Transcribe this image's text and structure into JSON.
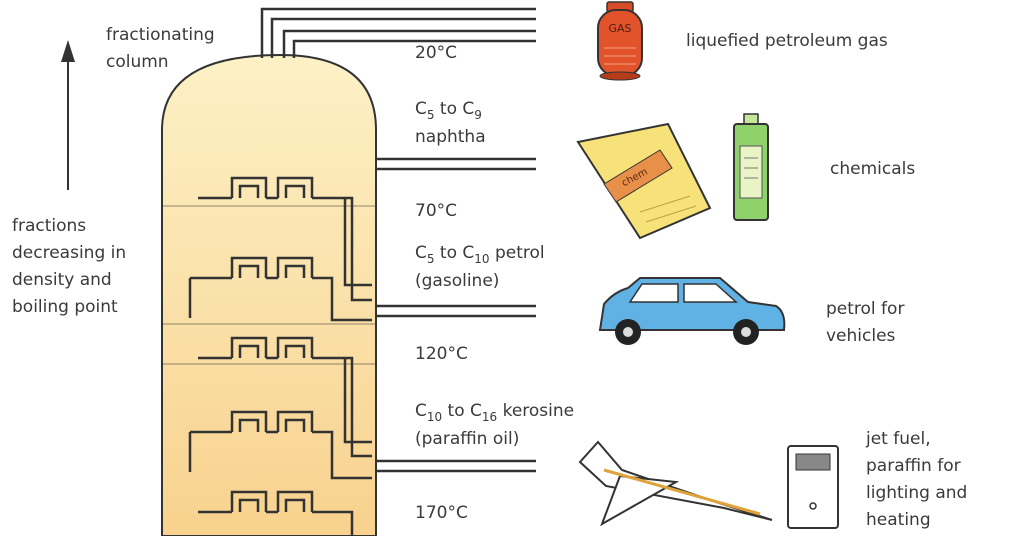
{
  "labels": {
    "column": "fractionating\ncolumn",
    "trend": "fractions\ndecreasing in\ndensity and\nboiling point"
  },
  "fractions": [
    {
      "temp": "20°C",
      "product": "liquefied petroleum gas"
    },
    {
      "temp": "70°C",
      "carbon_from": "5",
      "carbon_to": "9",
      "name": "naphtha",
      "product": "chemicals"
    },
    {
      "temp": "120°C",
      "carbon_from": "5",
      "carbon_to": "10",
      "name_suffix": "petrol",
      "name2": "(gasoline)",
      "product": "petrol for\nvehicles"
    },
    {
      "temp": "170°C",
      "carbon_from": "10",
      "carbon_to": "16",
      "name_suffix": "kerosine",
      "name2": "(paraffin oil)",
      "product": "jet fuel,\nparaffin for\nlighting and\nheating"
    }
  ],
  "icons": {
    "gas_canister_text": "GAS",
    "packet_text": "chem"
  },
  "colors": {
    "column_top": "#fdf1c6",
    "column_bottom": "#f8d28e",
    "gas_canister": "#e2532b",
    "packet": "#f7e27a",
    "bottle": "#8fd16a",
    "car": "#5fb2e3"
  }
}
